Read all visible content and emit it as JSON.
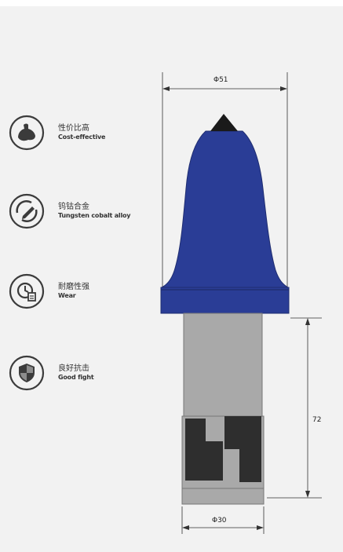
{
  "features": [
    {
      "icon": "muscle-arm-icon",
      "cn": "性价比高",
      "en": "Cost-effective"
    },
    {
      "icon": "pencil-recycle-icon",
      "cn": "钨钴合金",
      "en": "Tungsten cobalt alloy"
    },
    {
      "icon": "clock-document-icon",
      "cn": "耐磨性强",
      "en": "Wear"
    },
    {
      "icon": "shield-icon",
      "cn": "良好抗击",
      "en": "Good fight"
    }
  ],
  "dimensions": {
    "top_diameter": "Φ51",
    "length": "72",
    "shank_diameter": "Φ30"
  },
  "colors": {
    "head_blue": "#2a3d96",
    "shank_gray": "#a9a9a9",
    "insert_dark": "#2e2e2e",
    "tip_black": "#1a1a1a",
    "icon_dark": "#3b3b3b"
  }
}
